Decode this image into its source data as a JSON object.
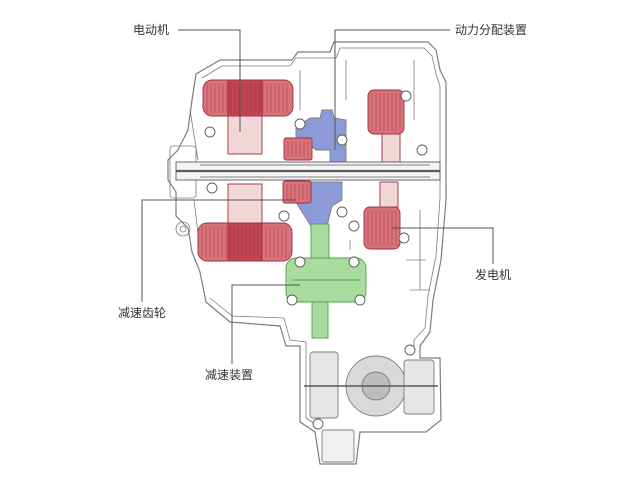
{
  "labels": {
    "motor": "电动机",
    "power_split": "动力分配装置",
    "generator": "发电机",
    "reduction_gear": "减速齿轮",
    "reduction_device": "减速装置"
  },
  "colors": {
    "coil": "#d8727b",
    "coil_dark": "#c04452",
    "coil_stroke": "#9c2f3a",
    "rotor": "#f2d7d8",
    "power_split": "#8c9ad8",
    "reduction": "#a9dc9f",
    "reduction_stroke": "#5a9a55",
    "outline": "#7d7d7d",
    "shaft": "#5a5a5a",
    "label": "#333333"
  }
}
